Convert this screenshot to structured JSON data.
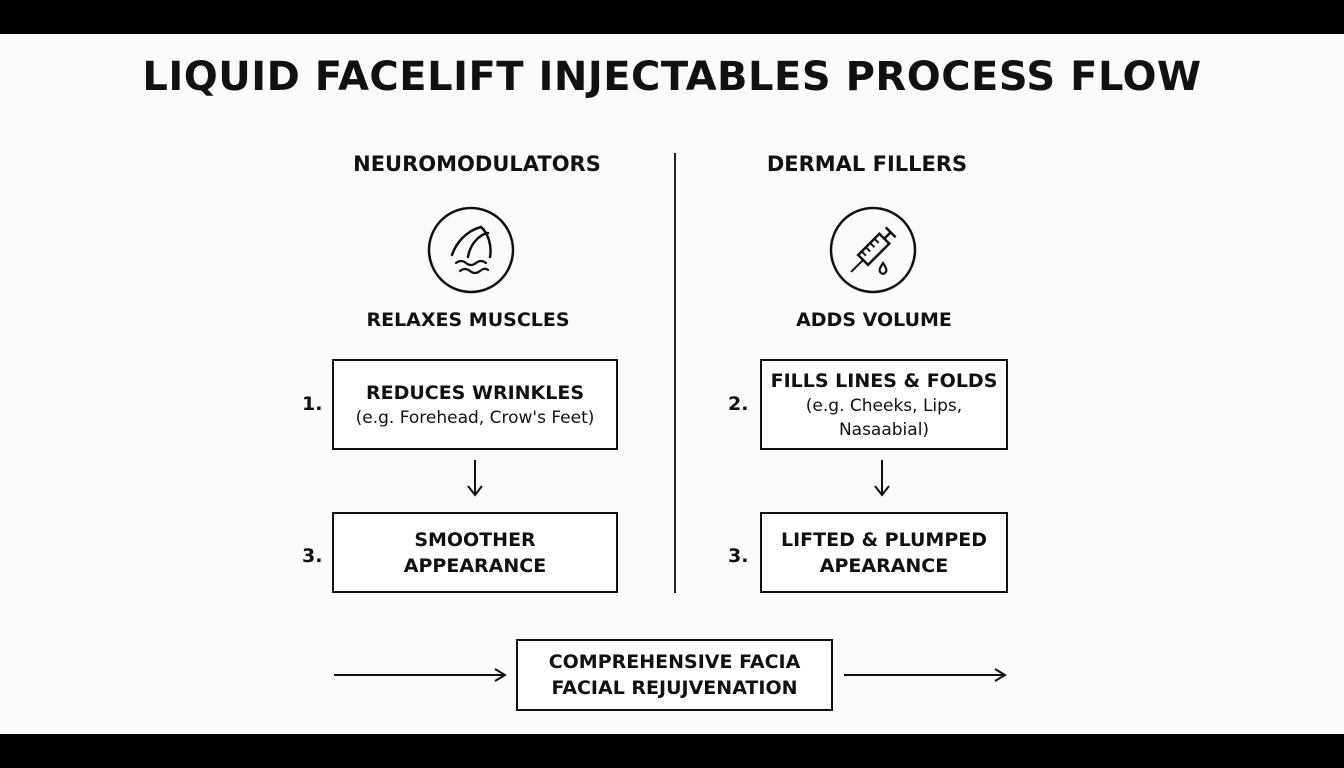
{
  "title": "LIQUID FACELIFT INJECTABLES PROCESS FLOW",
  "left": {
    "heading": "NEUROMODULATORS",
    "icon": "relaxed-muscle-icon",
    "effect": "RELAXES MUSCLES",
    "step1": {
      "number": "1.",
      "main": "REDUCES WRINKLES",
      "sub": "(e.g. Forehead, Crow's Feet)"
    },
    "step3": {
      "number": "3.",
      "main_line1": "SMOOTHER",
      "main_line2": "APPEARANCE"
    }
  },
  "right": {
    "heading": "DERMAL FILLERS",
    "icon": "syringe-icon",
    "effect": "ADDS VOLUME",
    "step2": {
      "number": "2.",
      "main": "FILLS LINES & FOLDS",
      "sub_line1": "(e.g. Cheeks, Lips,",
      "sub_line2": "Nasaabial)"
    },
    "step3": {
      "number": "3.",
      "main_line1": "LIFTED & PLUMPED",
      "main_line2": "APEARANCE"
    }
  },
  "result": {
    "line1": "COMPREHENSIVE FACIA",
    "line2": "FACIAL REJUJVENATION"
  },
  "colors": {
    "background": "#fbfbfb",
    "ink": "#111111",
    "frame": "#000000"
  }
}
